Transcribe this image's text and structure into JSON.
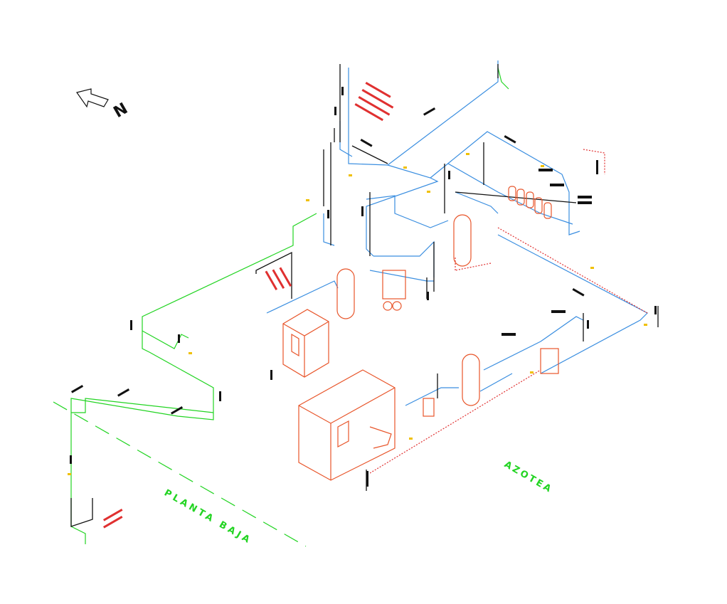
{
  "drawing": {
    "north_label": "N",
    "zone_lower": "PLANTA BAJA",
    "zone_upper": "AZOTEA",
    "colors": {
      "pipe_blue": "#3a8ee0",
      "pipe_green": "#22d422",
      "equipment": "#e8552a",
      "note_red": "#e03030",
      "marks": "#111111"
    }
  }
}
